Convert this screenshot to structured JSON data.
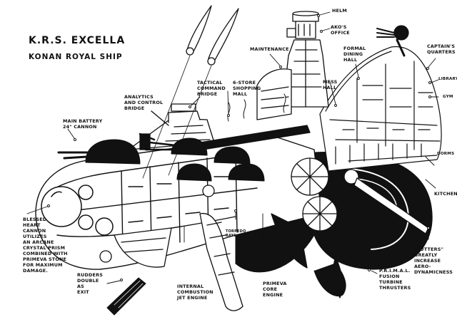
{
  "title": {
    "name": "K.R.S. EXCELLA",
    "subtitle": "KONAN ROYAL SHIP"
  },
  "colors": {
    "ink": "#111111",
    "paper": "#ffffff"
  },
  "callouts": {
    "helm": "HELM",
    "akos_office": "AKO'S\nOFFICE",
    "maintenance": "MAINTENANCE",
    "formal_dining_hall": "FORMAL\nDINING\nHALL",
    "captains_quarters": "CAPTAIN'S\nQUARTERS",
    "library": "LIBRARY",
    "gym": "GYM",
    "mess_hall": "MESS\nHALL",
    "tactical_command_bridge": "TACTICAL\nCOMMAND\nBRIDGE",
    "shopping_mall": "6-STORE\nSHOPPING\nMALL",
    "analytics_control_bridge": "ANALYTICS\nAND CONTROL\nBRIDGE",
    "main_battery": "MAIN BATTERY\n24\" CANNON",
    "dorms": "DORMS",
    "kitchen": "KITCHEN",
    "blessed_heart_cannon": "BLESSED\nHEART\nCANNON\nUTILIZES\nAN ARCANE\nCRYSTAL PRISM\nCOMBINED WITH\nPRIMEVA STONE\nFOR MAXIMUM\nDAMAGE.",
    "torpedo_bays": "TORPEDO\nBAYS",
    "cutters": "\"CUTTERS\"\nGREATLY\nINCREASE\nAERO-\nDYNAMICNESS",
    "rudders": "RUDDERS\nDOUBLE\nAS\nEXIT",
    "jet_engine": "INTERNAL\nCOMBUSTION\nJET ENGINE",
    "core_engine": "PRIMEVA\nCORE\nENGINE",
    "fusion_thrusters": "P.R.I.M.A.L.\nFUSION\nTURBINE\nTHRUSTERS"
  }
}
